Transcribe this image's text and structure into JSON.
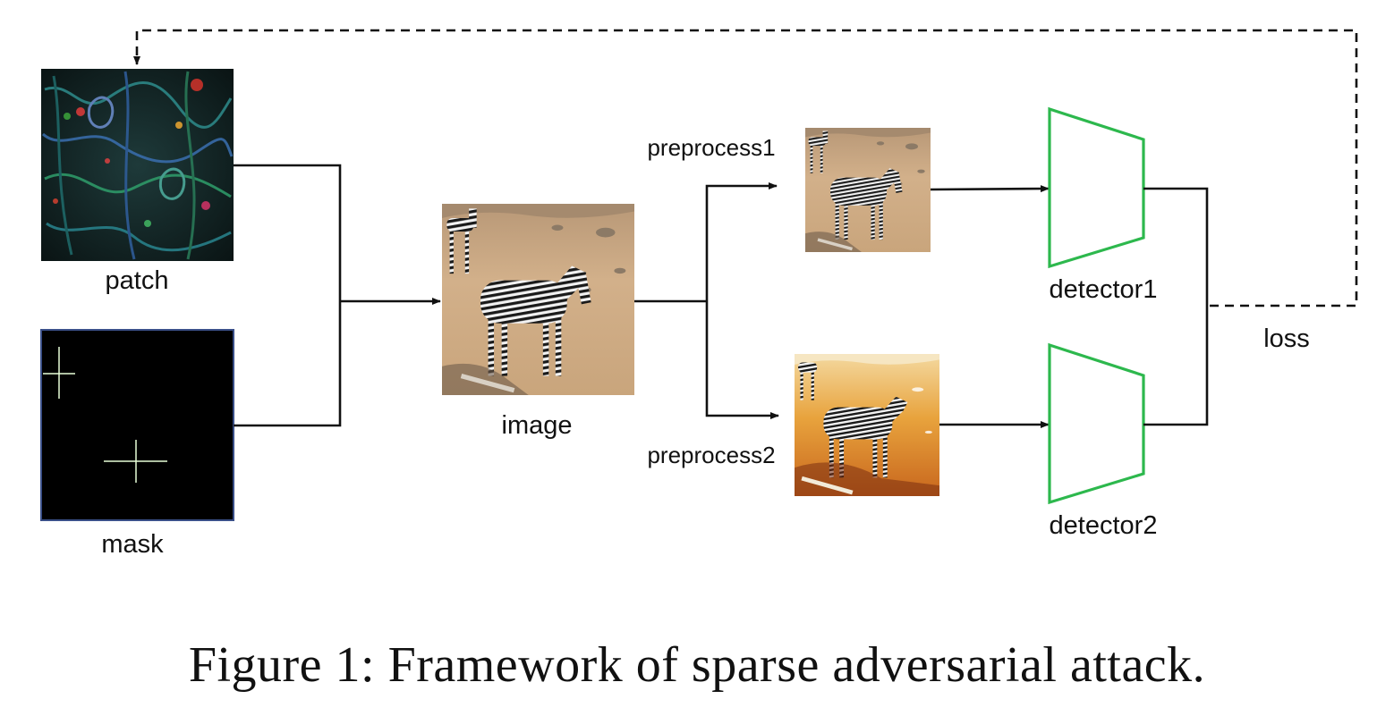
{
  "nodes": {
    "patch": "patch",
    "mask": "mask",
    "image": "image",
    "preprocess1": "preprocess1",
    "preprocess2": "preprocess2",
    "detector1": "detector1",
    "detector2": "detector2",
    "loss": "loss"
  },
  "caption": "Figure 1: Framework of sparse adversarial attack.",
  "colors": {
    "detector_outline": "#2db84d",
    "sand": "#c9a57c",
    "sand_enhanced": "#e8a33d",
    "mask_background": "#000000",
    "mask_lines": "#e8ffd8"
  },
  "icons": {
    "patch": "adversarial-noise-patch-image",
    "mask": "sparse-cross-mask-image",
    "image": "zebra-photo",
    "preprocess1": "zebra-photo-small",
    "preprocess2": "zebra-photo-enhanced",
    "detectors": "trapezoid-network-icon"
  }
}
